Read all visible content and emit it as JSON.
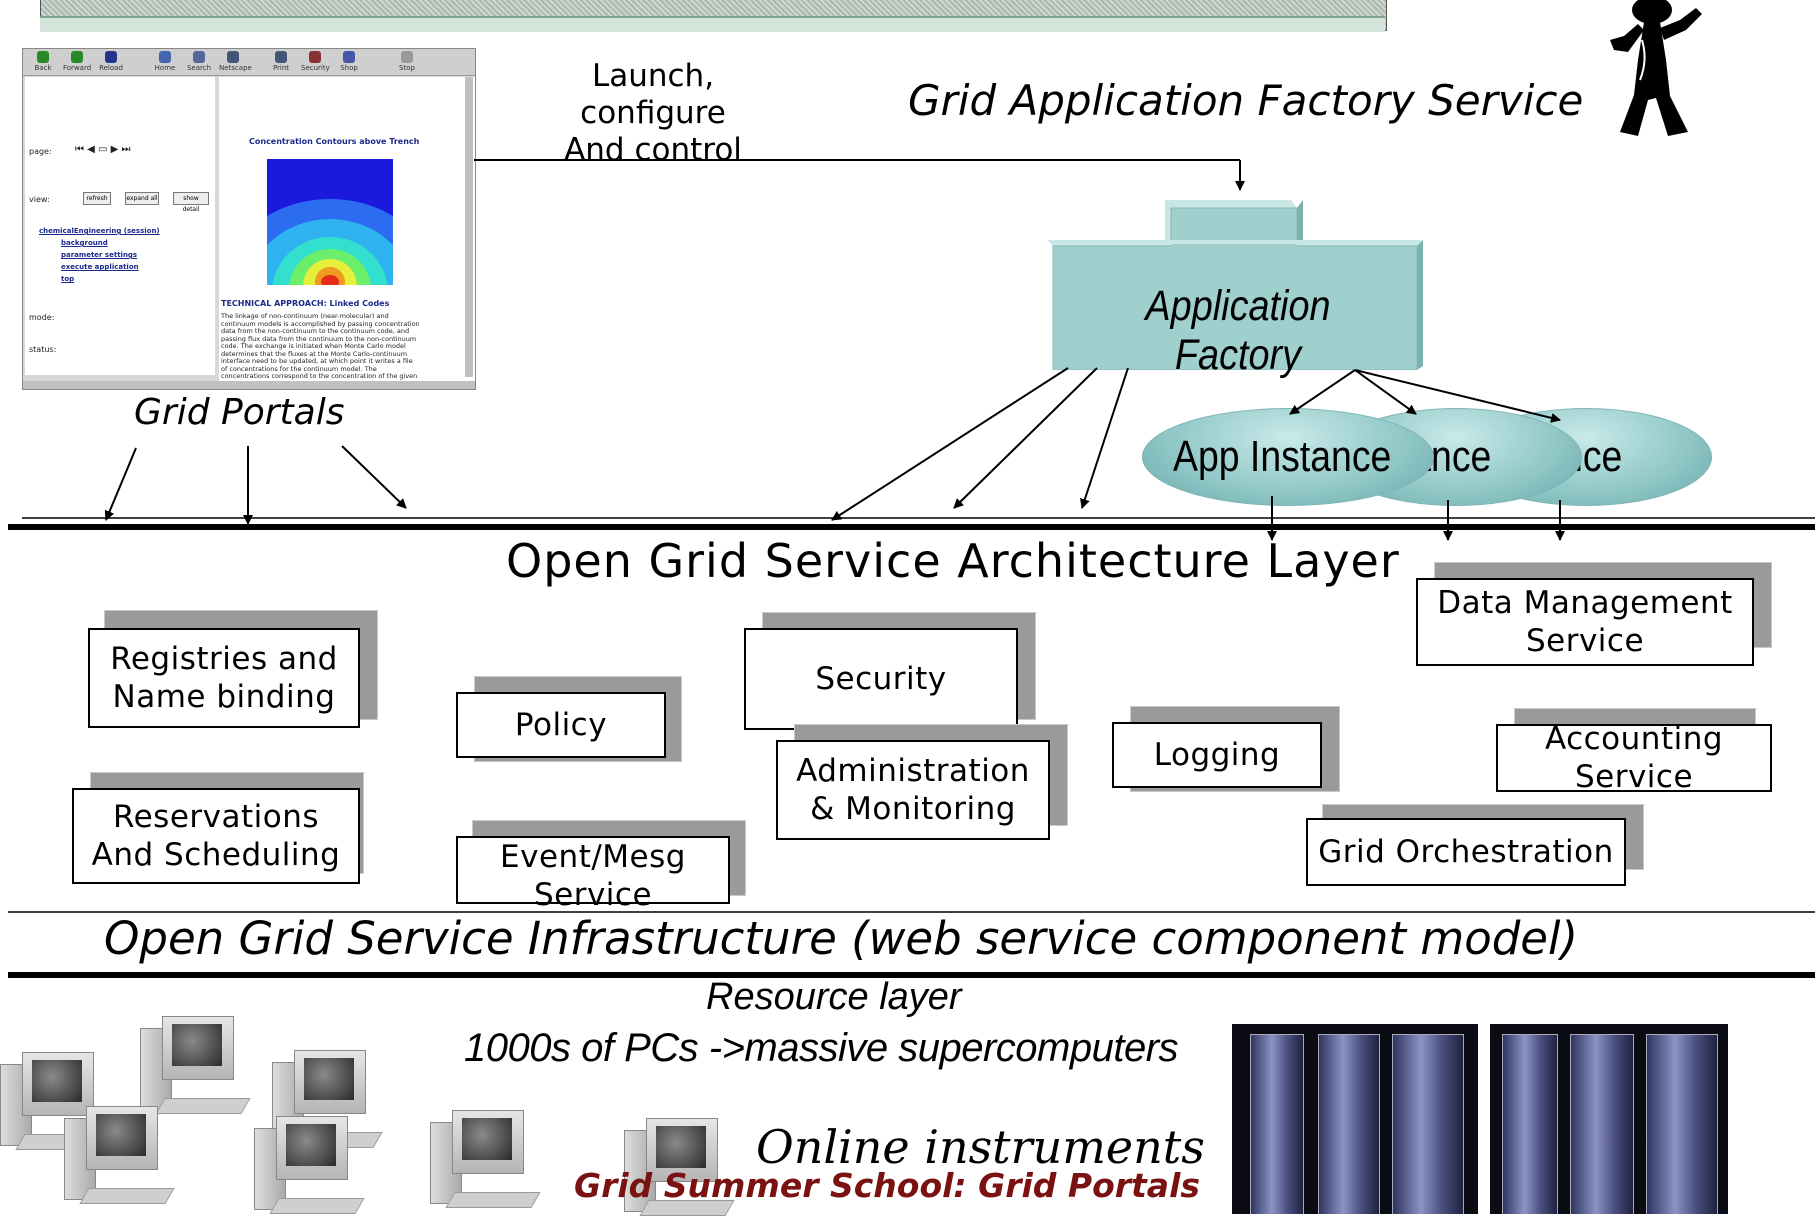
{
  "header": {
    "launch_text_line1": "Launch, configure",
    "launch_text_line2": "And control",
    "factory_service_title": "Grid Application Factory Service"
  },
  "portal": {
    "caption": "Grid Portals",
    "toolbar": [
      "Back",
      "Forward",
      "Reload",
      "Home",
      "Search",
      "Netscape",
      "Print",
      "Security",
      "Shop",
      "Stop"
    ],
    "chart_title": "Concentration Contours above Trench",
    "section_heading": "TECHNICAL APPROACH: Linked Codes",
    "body_text": "The linkage of non-continuum (near-molecular) and continuum models is accomplished by passing concentration data from the non-continuum to the continuum code, and passing flux data from the continuum to the non-continuum code. The exchange is initiated when Monte Carlo model determines that the fluxes at the Monte Carlo-continuum interface need to be updated, at which point it writes a file of concentrations for the continuum model. The concentrations correspond to the concentration of the given species at the defined boundary between the Monte Carlo and continuum code. The concentration is read by the continuum code and applied as the boundary for the common species. All other species have no-flux boundary condition. The Monte Carlo model will then take the new flux and proceed with the next iteration.",
    "nav_links": [
      "chemicalEngineering (session)",
      "background",
      "parameter settings",
      "execute application",
      "top"
    ],
    "buttons": [
      "refresh",
      "expand all",
      "show detail"
    ],
    "labels": {
      "page": "page:",
      "view": "view:",
      "mode": "mode:",
      "status": "status:"
    }
  },
  "factory": {
    "label": "Application Factory",
    "instance_labels": [
      "App Instance",
      "App Instance",
      "App Instance"
    ]
  },
  "layers": {
    "ogsa": "Open Grid Service Architecture Layer",
    "ogsi": "Open Grid Service Infrastructure (web service component model)",
    "resource": "Resource layer",
    "resource_sub": "1000s of PCs ->massive supercomputers",
    "instruments": "Online instruments"
  },
  "services": {
    "registries": [
      "Registries and",
      "Name binding"
    ],
    "reservations": [
      "Reservations",
      "And Scheduling"
    ],
    "policy": "Policy",
    "event": [
      "Event/Mesg",
      "Service"
    ],
    "security": "Security",
    "admin": [
      "Administration",
      "& Monitoring"
    ],
    "logging": "Logging",
    "data_mgmt": [
      "Data Management",
      "Service"
    ],
    "accounting": [
      "Accounting",
      "Service"
    ],
    "orchestration": "Grid Orchestration"
  },
  "footer": "Grid Summer School: Grid Portals",
  "colors": {
    "factory_fill": "#9fd0ce",
    "instance_fill": "#8ec5c5",
    "footer_text": "#7a1212"
  }
}
